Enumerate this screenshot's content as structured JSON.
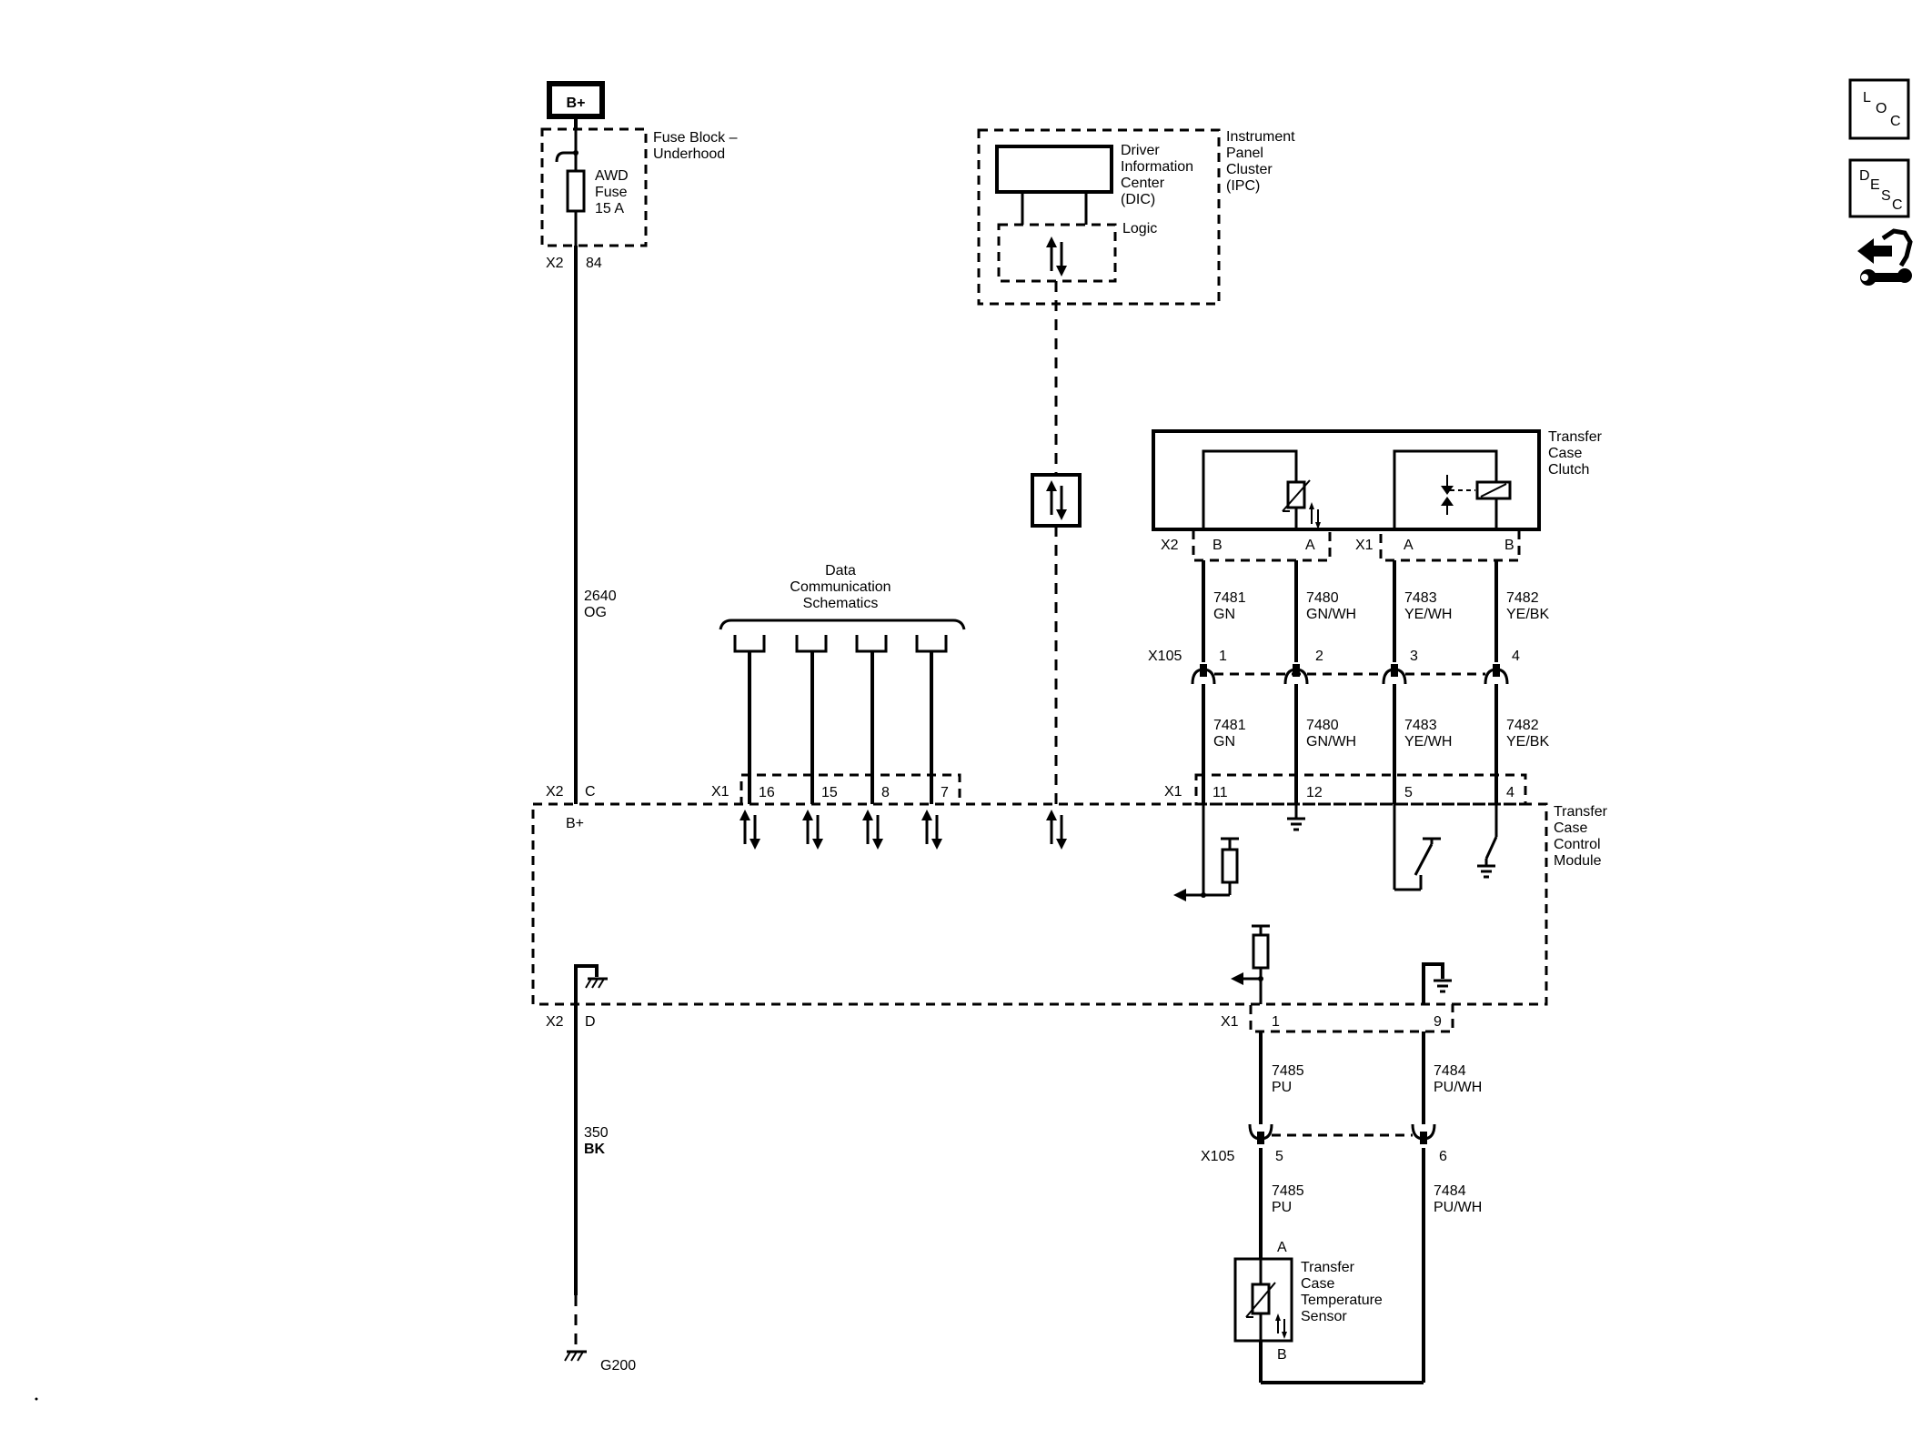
{
  "battery": {
    "label": "B+"
  },
  "fuse_block": {
    "title_lines": [
      "Fuse Block –",
      "Underhood"
    ],
    "fuse_lines": [
      "AWD",
      "Fuse",
      "15 A"
    ],
    "connector": "X2",
    "pin": "84"
  },
  "wire_2640": {
    "number": "2640",
    "color": "OG"
  },
  "ipc": {
    "title_lines": [
      "Instrument",
      "Panel",
      "Cluster",
      "(IPC)"
    ],
    "dic_lines": [
      "Driver",
      "Information",
      "Center",
      "(DIC)"
    ],
    "logic_label": "Logic"
  },
  "data_comm": {
    "title_lines": [
      "Data",
      "Communication",
      "Schematics"
    ],
    "connector": "X1",
    "pins": [
      "16",
      "15",
      "8",
      "7"
    ]
  },
  "clutch": {
    "title_lines": [
      "Transfer",
      "Case",
      "Clutch"
    ],
    "x2_label": "X2",
    "x2_pins": [
      "B",
      "A"
    ],
    "x1_label": "X1",
    "x1_pins": [
      "A",
      "B"
    ]
  },
  "upper_wires": [
    {
      "number": "7481",
      "color": "GN"
    },
    {
      "number": "7480",
      "color": "GN/WH"
    },
    {
      "number": "7483",
      "color": "YE/WH"
    },
    {
      "number": "7482",
      "color": "YE/BK"
    }
  ],
  "x105_upper": {
    "label": "X105",
    "pins": [
      "1",
      "2",
      "3",
      "4"
    ]
  },
  "module": {
    "title_lines": [
      "Transfer",
      "Case",
      "Control",
      "Module"
    ],
    "x2_label": "X2",
    "pin_c": "C",
    "bplus": "B+",
    "x1_label": "X1",
    "right_pins": [
      "11",
      "12",
      "5",
      "4"
    ],
    "x2_bottom": "X2",
    "pin_d": "D",
    "x1_bottom": "X1",
    "bottom_pins": [
      "1",
      "9"
    ]
  },
  "ground_wire": {
    "number": "350",
    "color": "BK"
  },
  "ground_label": "G200",
  "lower_wires": [
    {
      "number": "7485",
      "color": "PU"
    },
    {
      "number": "7484",
      "color": "PU/WH"
    }
  ],
  "x105_lower": {
    "label": "X105",
    "pins": [
      "5",
      "6"
    ]
  },
  "sensor": {
    "title_lines": [
      "Transfer",
      "Case",
      "Temperature",
      "Sensor"
    ],
    "pin_a": "A",
    "pin_b": "B"
  },
  "side_icons": {
    "loc": {
      "letters": [
        "L",
        "O",
        "C"
      ]
    },
    "desc": {
      "letters": [
        "D",
        "E",
        "S",
        "C"
      ]
    },
    "tool": "wrench-arrow-icon"
  }
}
